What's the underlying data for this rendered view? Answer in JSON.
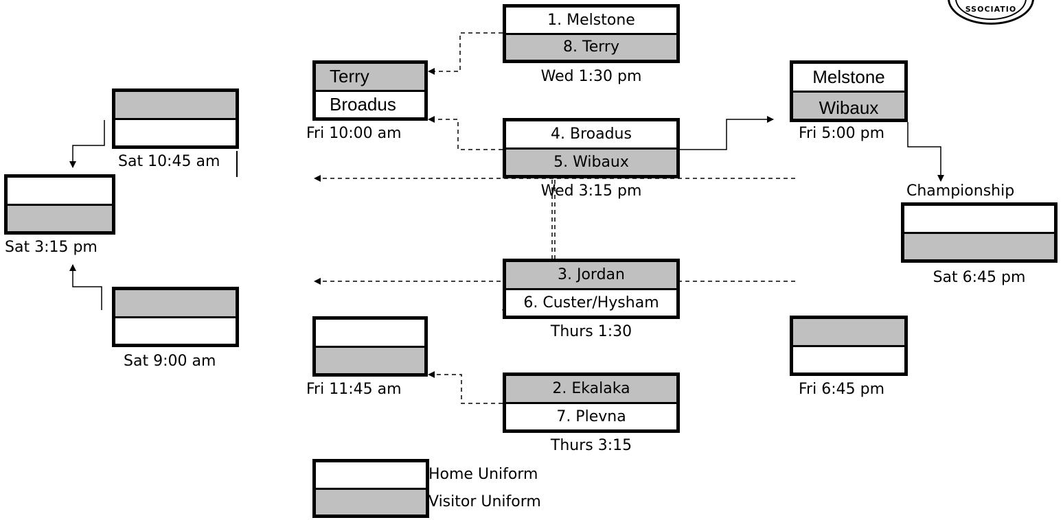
{
  "games": {
    "g18": {
      "top": "1. Melstone",
      "bottom": "8. Terry",
      "time": "Wed 1:30 pm"
    },
    "g45": {
      "top": "4. Broadus",
      "bottom": "5. Wibaux",
      "time": "Wed 3:15 pm"
    },
    "g36": {
      "top": "3. Jordan",
      "bottom": "6. Custer/Hysham",
      "time": "Thurs 1:30"
    },
    "g27": {
      "top": "2. Ekalaka",
      "bottom": "7. Plevna",
      "time": "Thurs 3:15"
    },
    "semi1": {
      "top": "Terry",
      "bottom": "Broadus",
      "time": "Fri 10:00 am"
    },
    "semi2": {
      "top": "",
      "bottom": "",
      "time": "Fri 11:45 am"
    },
    "final_upper": {
      "top": "Melstone",
      "bottom": "Wibaux",
      "time": "Fri 5:00 pm"
    },
    "final_lower": {
      "top": "",
      "bottom": "",
      "time": "Fri 6:45 pm"
    },
    "championship": {
      "heading": "Championship",
      "top": "",
      "bottom": "",
      "time": "Sat 6:45 pm"
    },
    "cons_upper": {
      "top": "",
      "bottom": "",
      "time": "Sat 10:45 am"
    },
    "cons_lower": {
      "top": "",
      "bottom": "",
      "time": "Sat 9:00 am"
    },
    "cons_final": {
      "top": "",
      "bottom": "",
      "time": "Sat 3:15 pm"
    }
  },
  "legend": {
    "home": "Home Uniform",
    "visitor": "Visitor Uniform"
  },
  "logo": {
    "text": "SSOCIATIO"
  },
  "colors": {
    "home": "#ffffff",
    "visitor": "#c0c0c0",
    "line": "#000000"
  }
}
